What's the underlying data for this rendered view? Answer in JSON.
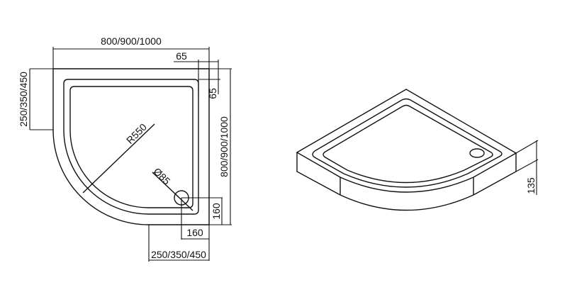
{
  "plan_view": {
    "width_label": "800/900/1000",
    "depth_label": "800/900/1000",
    "left_straight_label": "250/350/450",
    "bottom_straight_label": "250/350/450",
    "rim_top_label": "65",
    "rim_side_label": "65",
    "radius_label": "R550",
    "drain_diameter_label": "Ø85",
    "drain_offset_x_label": "160",
    "drain_offset_y_label": "160"
  },
  "iso_view": {
    "height_label": "135"
  }
}
